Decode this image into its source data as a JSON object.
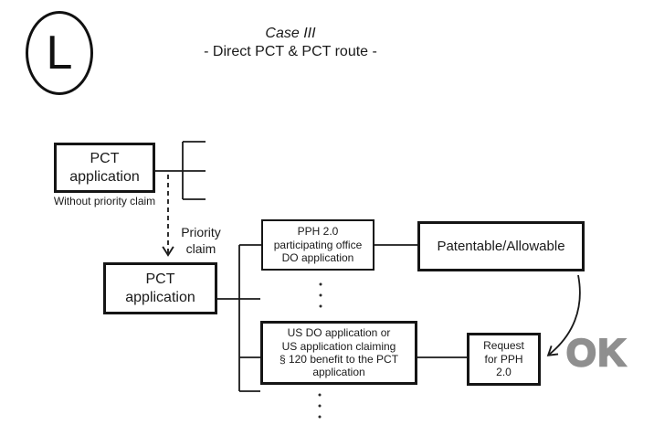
{
  "badge": {
    "letter": "L"
  },
  "header": {
    "case_label": "Case III",
    "route_label": "- Direct PCT & PCT route -"
  },
  "nodes": {
    "pct_app_1": {
      "label": "PCT\napplication",
      "caption": "Without priority claim"
    },
    "priority_claim": {
      "label": "Priority\nclaim"
    },
    "pct_app_2": {
      "label": "PCT\napplication"
    },
    "pph_office": {
      "label": "PPH 2.0\nparticipating office\nDO application"
    },
    "patentable": {
      "label": "Patentable/Allowable"
    },
    "us_do": {
      "label": "US DO application or\nUS application claiming\n§ 120 benefit to the PCT\napplication"
    },
    "request_pph": {
      "label": "Request\nfor PPH\n2.0"
    },
    "ok": {
      "label": "OK"
    }
  },
  "colors": {
    "ink": "#1a1a1a",
    "ok_text": "#8f8f8f"
  }
}
